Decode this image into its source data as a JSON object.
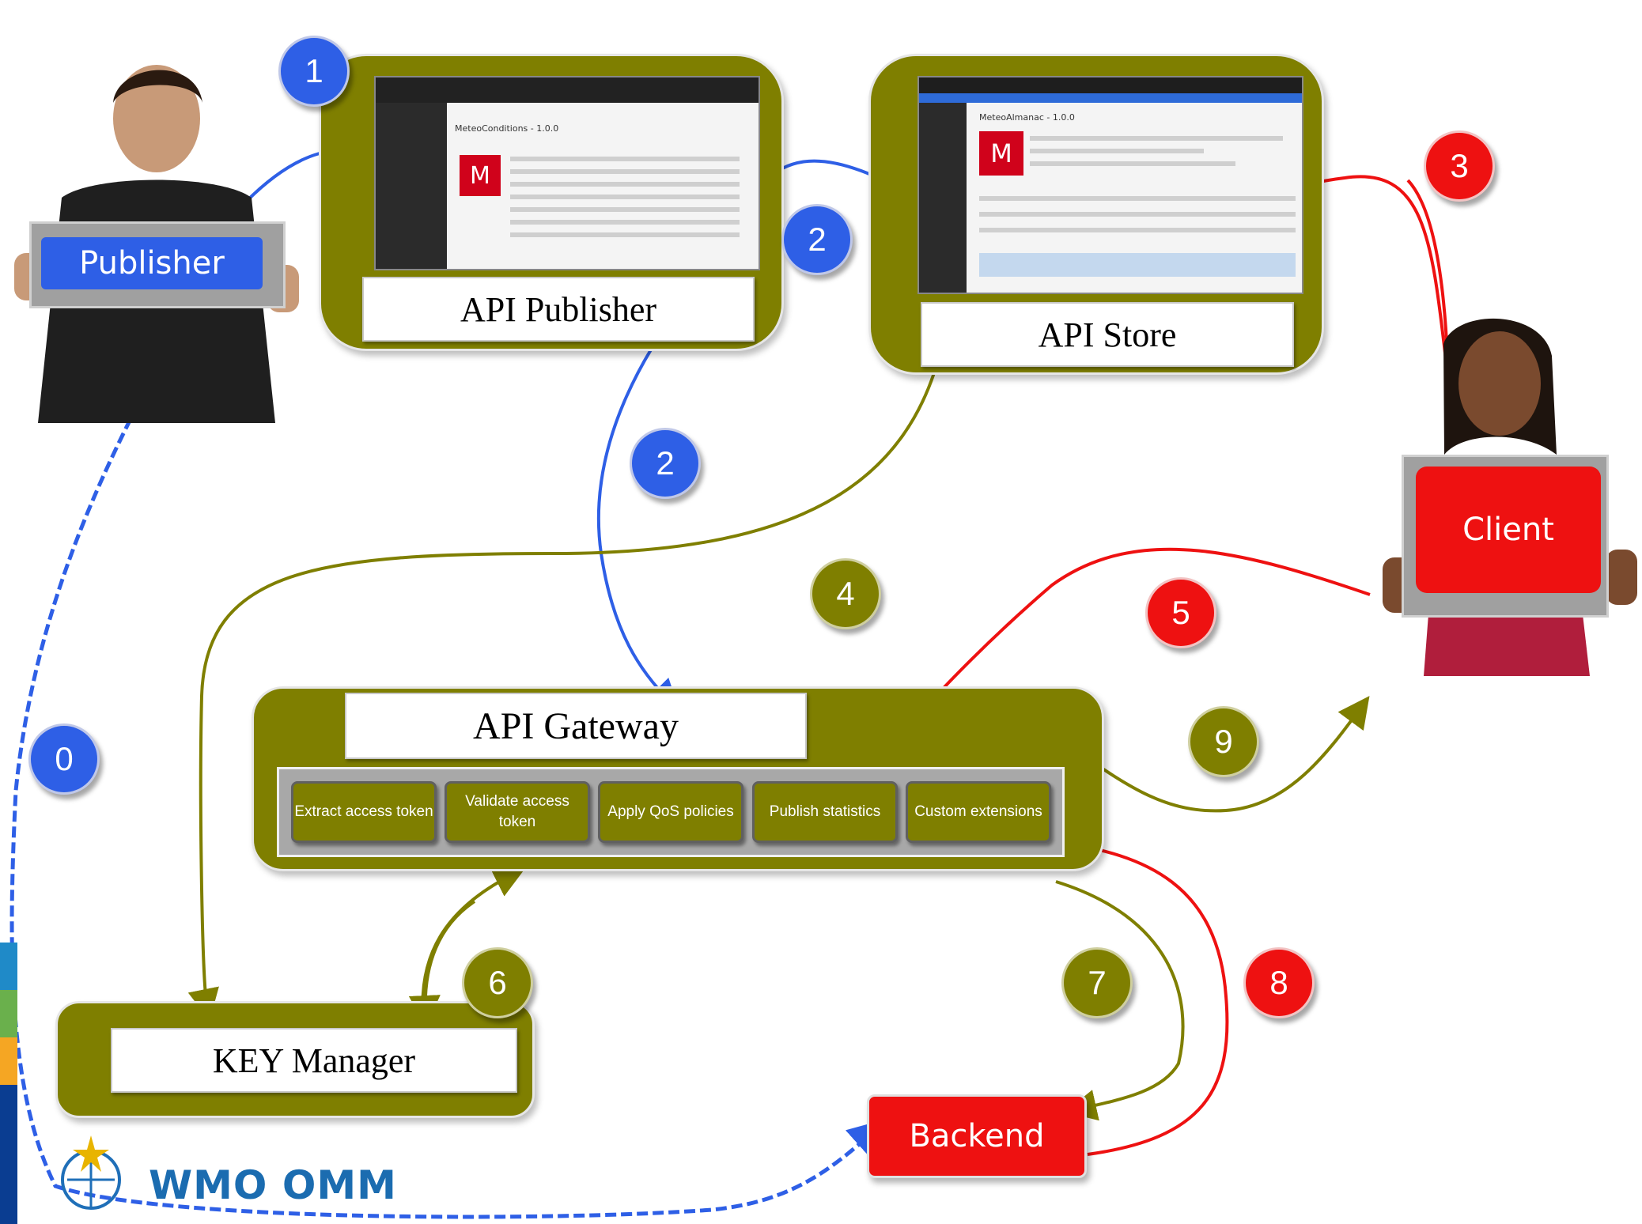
{
  "actors": {
    "publisher": "Publisher",
    "client": "Client",
    "backend": "Backend"
  },
  "components": {
    "api_publisher": "API Publisher",
    "api_store": "API Store",
    "api_gateway": "API Gateway",
    "key_manager": "KEY Manager"
  },
  "gateway_steps": [
    "Extract access token",
    "Validate access token",
    "Apply QoS policies",
    "Publish statistics",
    "Custom extensions"
  ],
  "steps": {
    "s0": "0",
    "s1": "1",
    "s2a": "2",
    "s2b": "2",
    "s3": "3",
    "s4": "4",
    "s5": "5",
    "s6": "6",
    "s7": "7",
    "s8": "8",
    "s9": "9"
  },
  "logo": "WMO OMM",
  "screenshots": {
    "publisher_title": "MeteoConditions - 1.0.0",
    "store_title": "MeteoAlmanac - 1.0.0",
    "icon_letter": "M"
  },
  "colors": {
    "olive": "#7f7f00",
    "blue": "#2e5fe6",
    "red": "#ee1111"
  }
}
